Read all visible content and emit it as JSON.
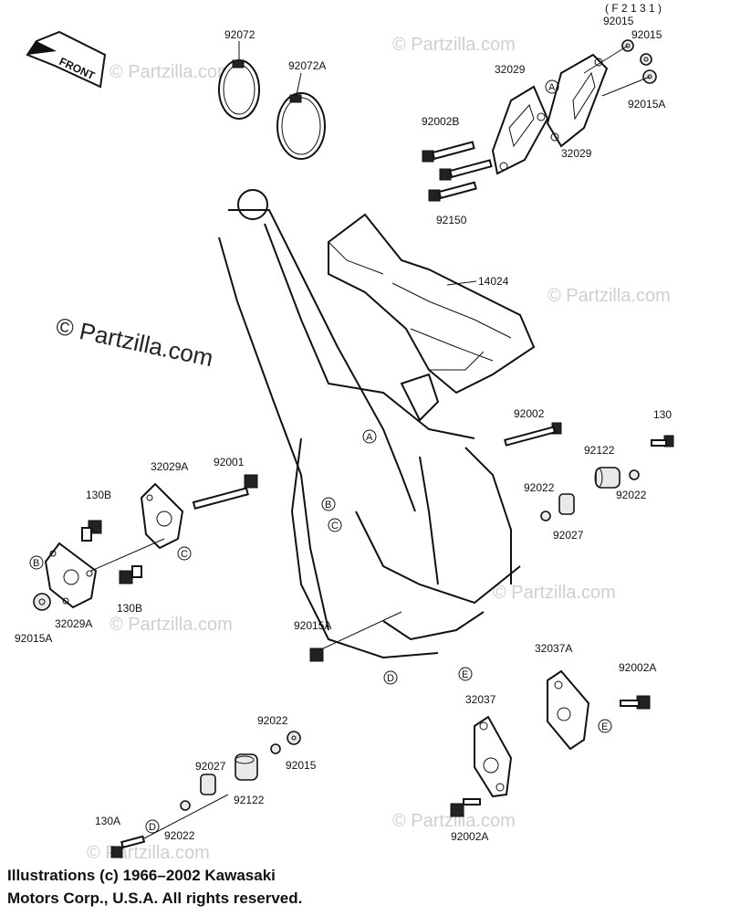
{
  "diagram": {
    "code": "( F 2 1 3 1 )",
    "front_label": "FRONT",
    "watermark_main": "© Partzilla.com",
    "watermark_small": "© Partzilla.com",
    "copyright_line1": "Illustrations (c) 1966–2002 Kawasaki",
    "copyright_line2": "Motors Corp., U.S.A.  All rights reserved.",
    "parts": {
      "p92072": "92072",
      "p92072A": "92072A",
      "p92015_a": "92015",
      "p92015_b": "92015",
      "p92015A_top": "92015A",
      "p32029_a": "32029",
      "p32029_b": "32029",
      "p92002B": "92002B",
      "p92150": "92150",
      "p14024": "14024",
      "p92002": "92002",
      "p130": "130",
      "p92122_r": "92122",
      "p92022_r1": "92022",
      "p92022_r2": "92022",
      "p92027_r": "92027",
      "p32029A_top": "32029A",
      "p92001": "92001",
      "p130B_top": "130B",
      "p130B_bot": "130B",
      "p32029A_bot": "32029A",
      "p92015A_left": "92015A",
      "p92015A_mid": "92015A",
      "p32037A": "32037A",
      "p92002A_r": "92002A",
      "p32037": "32037",
      "p92002A_bot": "92002A",
      "p92022_b1": "92022",
      "p92027_b": "92027",
      "p92122_b": "92122",
      "p130A": "130A",
      "p92022_b2": "92022"
    },
    "refs": {
      "A": "A",
      "B": "B",
      "C": "C",
      "D": "D",
      "E": "E"
    }
  }
}
